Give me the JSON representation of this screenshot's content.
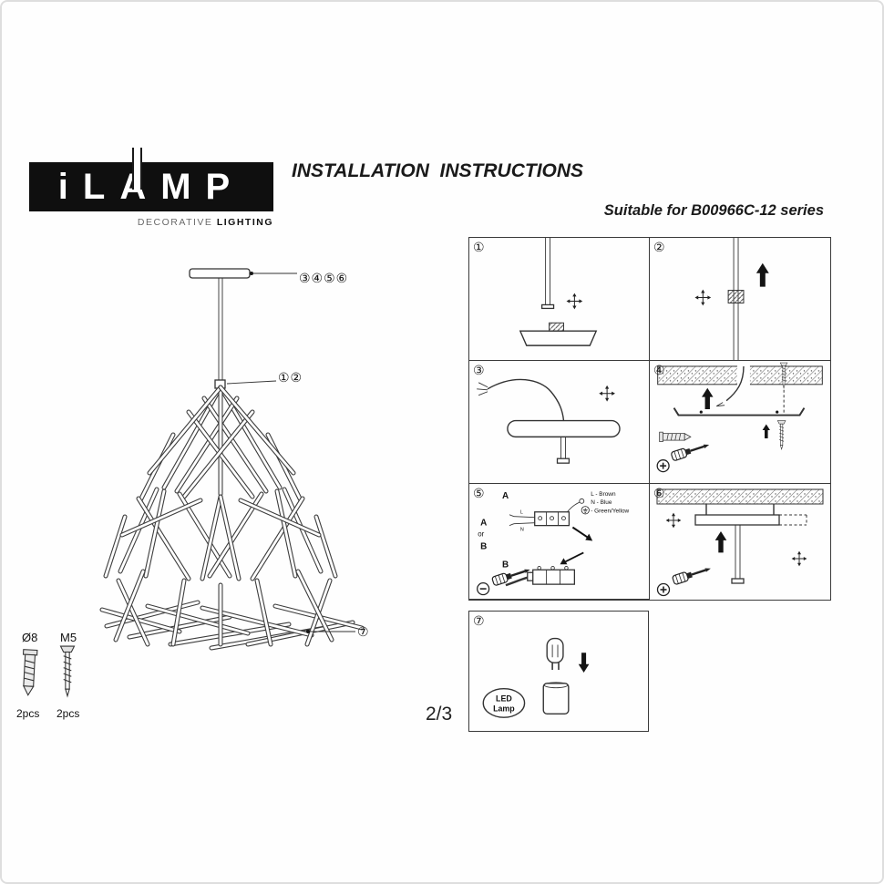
{
  "page": {
    "page_number": "2/3"
  },
  "logo": {
    "brand": "iLAMP",
    "tagline_light": "DECORATIVE",
    "tagline_bold": "LIGHTING"
  },
  "header": {
    "title": "INSTALLATION  INSTRUCTIONS",
    "subtitle": "Suitable for B00966C-12 series"
  },
  "diagram": {
    "callout_top": "③④⑤⑥",
    "callout_mid": "①②",
    "callout_bottom": "⑦"
  },
  "hardware": {
    "anchor": {
      "size": "Ø8",
      "qty": "2pcs"
    },
    "screw": {
      "size": "M5",
      "qty": "2pcs"
    }
  },
  "steps": {
    "s1": {
      "num": "①"
    },
    "s2": {
      "num": "②"
    },
    "s3": {
      "num": "③"
    },
    "s4": {
      "num": "④"
    },
    "s5": {
      "num": "⑤",
      "option_a": "A",
      "option_or": "or",
      "option_b": "B",
      "section_a": "A",
      "section_b": "B",
      "wire_live": "L - Brown",
      "wire_neutral": "N - Blue",
      "wire_ground": "- Green/Yellow",
      "label_l": "L",
      "label_n": "N"
    },
    "s6": {
      "num": "⑥"
    },
    "s7": {
      "num": "⑦",
      "led_line1": "LED",
      "led_line2": "Lamp"
    }
  }
}
